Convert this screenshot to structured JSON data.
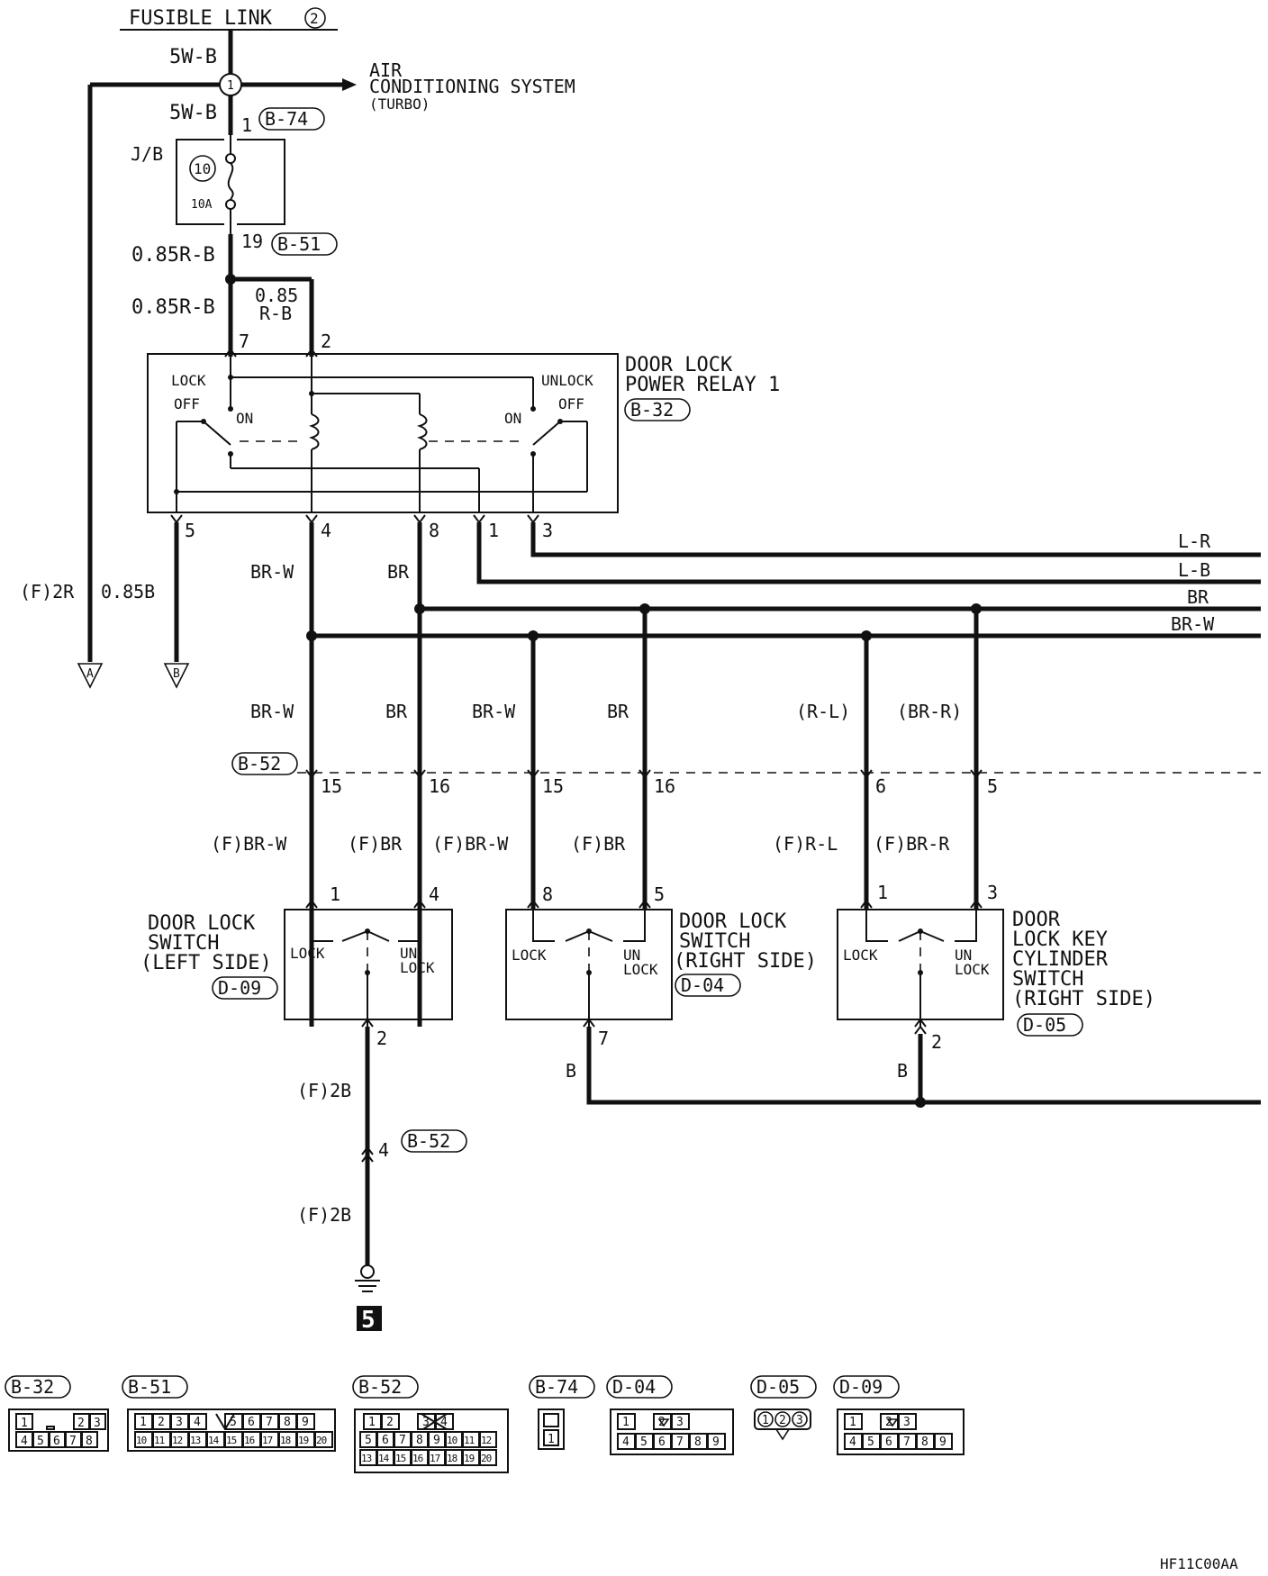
{
  "supply": {
    "fusible_link": "FUSIBLE LINK",
    "fusible_link_num": "2",
    "wire_main": "5W-B",
    "junction_num": "1",
    "ac_line1": "AIR",
    "ac_line2": "CONDITIONING SYSTEM",
    "ac_line3": "(TURBO)",
    "wire_main2": "5W-B",
    "b74_pin": "1",
    "b74": "B-74",
    "jb": "J/B",
    "fuse_num": "10",
    "fuse_amp": "10A",
    "b51_pin": "19",
    "b51": "B-51",
    "wire_rb1": "0.85R-B",
    "wire_rb2": "0.85R-B",
    "wire_rb3a": "0.85",
    "wire_rb3b": "R-B"
  },
  "relay": {
    "title1": "DOOR LOCK",
    "title2": "POWER RELAY 1",
    "conn": "B-32",
    "pin7": "7",
    "pin2": "2",
    "lock": "LOCK",
    "unlock": "UNLOCK",
    "off_l": "OFF",
    "on_l": "ON",
    "on_r": "ON",
    "off_r": "OFF",
    "pin5": "5",
    "pin4": "4",
    "pin8": "8",
    "pin1": "1",
    "pin3": "3"
  },
  "bus": {
    "lr": "L-R",
    "lb": "L-B",
    "br": "BR",
    "brw": "BR-W",
    "wire_2r": "(F)2R",
    "wire_085b": "0.85B",
    "term_a": "A",
    "term_b": "B",
    "brw_top": "BR-W",
    "br_top": "BR"
  },
  "branches": {
    "w1": "BR-W",
    "w2": "BR",
    "w3": "BR-W",
    "w4": "BR",
    "w5": "(R-L)",
    "w6": "(BR-R)",
    "b52": "B-52",
    "p15a": "15",
    "p16a": "16",
    "p15b": "15",
    "p16b": "16",
    "p6": "6",
    "p5": "5",
    "f1": "(F)BR-W",
    "f2": "(F)BR",
    "f3": "(F)BR-W",
    "f4": "(F)BR",
    "f5": "(F)R-L",
    "f6": "(F)BR-R"
  },
  "switches": {
    "left": {
      "t1": "DOOR LOCK",
      "t2": "SWITCH",
      "t3": "(LEFT SIDE)",
      "conn": "D-09",
      "pin_a": "1",
      "pin_b": "4",
      "pin_g": "2",
      "lock": "LOCK",
      "un": "UN",
      "lock2": "LOCK"
    },
    "right": {
      "t1": "DOOR LOCK",
      "t2": "SWITCH",
      "t3": "(RIGHT SIDE)",
      "conn": "D-04",
      "pin_a": "8",
      "pin_b": "5",
      "pin_g": "7",
      "lock": "LOCK",
      "un": "UN",
      "lock2": "LOCK"
    },
    "key": {
      "t1": "DOOR",
      "t2": "LOCK KEY",
      "t3": "CYLINDER",
      "t4": "SWITCH",
      "t5": "(RIGHT SIDE)",
      "conn": "D-05",
      "pin_a": "1",
      "pin_b": "3",
      "pin_g": "2",
      "lock": "LOCK",
      "un": "UN",
      "lock2": "LOCK"
    }
  },
  "ground": {
    "wire_b1": "B",
    "wire_b2": "B",
    "f2b_1": "(F)2B",
    "f2b_2": "(F)2B",
    "b52_pin": "4",
    "b52": "B-52",
    "ground_num": "5"
  },
  "connectors": {
    "b32": {
      "label": "B-32",
      "row1": [
        "1",
        "",
        "2",
        "3"
      ],
      "row2": [
        "4",
        "5",
        "6",
        "7",
        "8"
      ]
    },
    "b51": {
      "label": "B-51",
      "row1": [
        "1",
        "2",
        "3",
        "4",
        "",
        "5",
        "6",
        "7",
        "8",
        "9"
      ],
      "row2": [
        "10",
        "11",
        "12",
        "13",
        "14",
        "15",
        "16",
        "17",
        "18",
        "19",
        "20"
      ]
    },
    "b52": {
      "label": "B-52",
      "row1": [
        "1",
        "2",
        "",
        "3",
        "4"
      ],
      "row2": [
        "5",
        "6",
        "7",
        "8",
        "9",
        "10",
        "11",
        "12"
      ],
      "row3": [
        "13",
        "14",
        "15",
        "16",
        "17",
        "18",
        "19",
        "20"
      ]
    },
    "b74": {
      "label": "B-74",
      "pin": "1"
    },
    "d04": {
      "label": "D-04",
      "row1": [
        "1",
        "",
        "2",
        "3"
      ],
      "row2": [
        "4",
        "5",
        "6",
        "7",
        "8",
        "9"
      ]
    },
    "d05": {
      "label": "D-05",
      "pins": [
        "1",
        "2",
        "3"
      ]
    },
    "d09": {
      "label": "D-09",
      "row1": [
        "1",
        "",
        "2",
        "3"
      ],
      "row2": [
        "4",
        "5",
        "6",
        "7",
        "8",
        "9"
      ]
    }
  },
  "code": "HF11C00AA"
}
